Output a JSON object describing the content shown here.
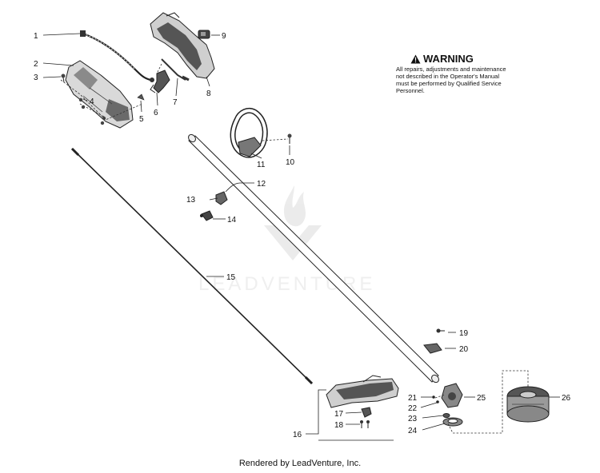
{
  "diagram": {
    "warning": {
      "title": "WARNING",
      "body": "All repairs, adjustments and maintenance not described in the Operator's Manual must be performed by Qualified Service Personnel."
    },
    "watermark": "LEADVENTURE",
    "footer": "Rendered by LeadVenture, Inc.",
    "callouts": [
      "1",
      "2",
      "3",
      "4",
      "5",
      "6",
      "7",
      "8",
      "9",
      "10",
      "11",
      "12",
      "13",
      "14",
      "15",
      "16",
      "17",
      "18",
      "19",
      "20",
      "21",
      "22",
      "23",
      "24",
      "25",
      "26"
    ]
  }
}
